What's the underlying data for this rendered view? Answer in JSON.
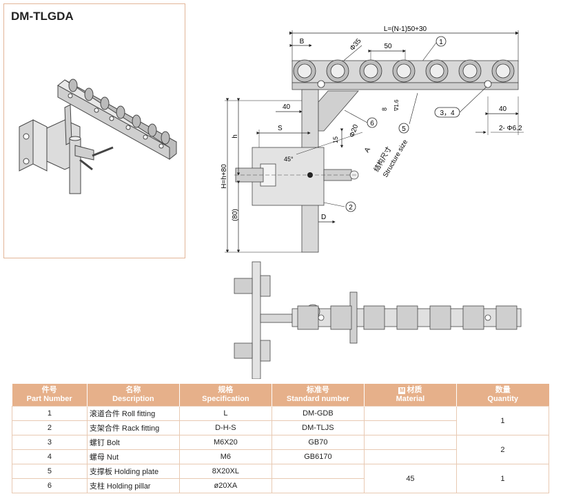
{
  "title": "DM-TLGDA",
  "drawing": {
    "dim_L": "L=(N-1)50+30",
    "dim_B": "B",
    "dim_phi35": "Φ35",
    "dim_50": "50",
    "dim_40_left": "40",
    "dim_40_right": "40",
    "dim_8": "8",
    "dim_s16": "∇1.6",
    "dim_2phi": "2- Φ6.2",
    "dim_S": "S",
    "dim_15": "15",
    "dim_phi20": "Φ20",
    "dim_A": "A",
    "dim_45": "45°",
    "dim_h": "h",
    "dim_H": "H=h+80",
    "dim_80": "(80)",
    "dim_D": "D",
    "structure_cn": "结构尺寸",
    "structure_en": "Structure size",
    "callout_1": "1",
    "callout_2": "2",
    "callout_34": "3，4",
    "callout_5": "5",
    "callout_6": "6"
  },
  "table": {
    "headers": [
      {
        "cn": "件号",
        "en": "Part Number"
      },
      {
        "cn": "名称",
        "en": "Description"
      },
      {
        "cn": "规格",
        "en": "Specification"
      },
      {
        "cn": "标准号",
        "en": "Standard number"
      },
      {
        "cn": "材质",
        "en": "Material",
        "icon": "M"
      },
      {
        "cn": "数量",
        "en": "Quantity"
      }
    ],
    "rows": [
      {
        "no": "1",
        "desc": "滚道合件 Roll fitting",
        "spec": "L",
        "std": "DM-GDB",
        "mat": "",
        "qty": "1"
      },
      {
        "no": "2",
        "desc": "支架合件 Rack fitting",
        "spec": "D-H-S",
        "std": "DM-TLJS",
        "mat": "",
        "qty": ""
      },
      {
        "no": "3",
        "desc": "螺钉 Bolt",
        "spec": "M6X20",
        "std": "GB70",
        "mat": "",
        "qty": "2"
      },
      {
        "no": "4",
        "desc": "螺母 Nut",
        "spec": "M6",
        "std": "GB6170",
        "mat": "",
        "qty": ""
      },
      {
        "no": "5",
        "desc": "支撑板 Holding plate",
        "spec": "8X20XL",
        "std": "",
        "mat": "45",
        "qty": "1"
      },
      {
        "no": "6",
        "desc": "支柱 Holding pillar",
        "spec": "ø20XA",
        "std": "",
        "mat": "",
        "qty": ""
      }
    ]
  },
  "colors": {
    "accent": "#e6b08a",
    "grid": "#e8c9b2",
    "part": "#d8d8d8",
    "frame": "#e2b597"
  }
}
